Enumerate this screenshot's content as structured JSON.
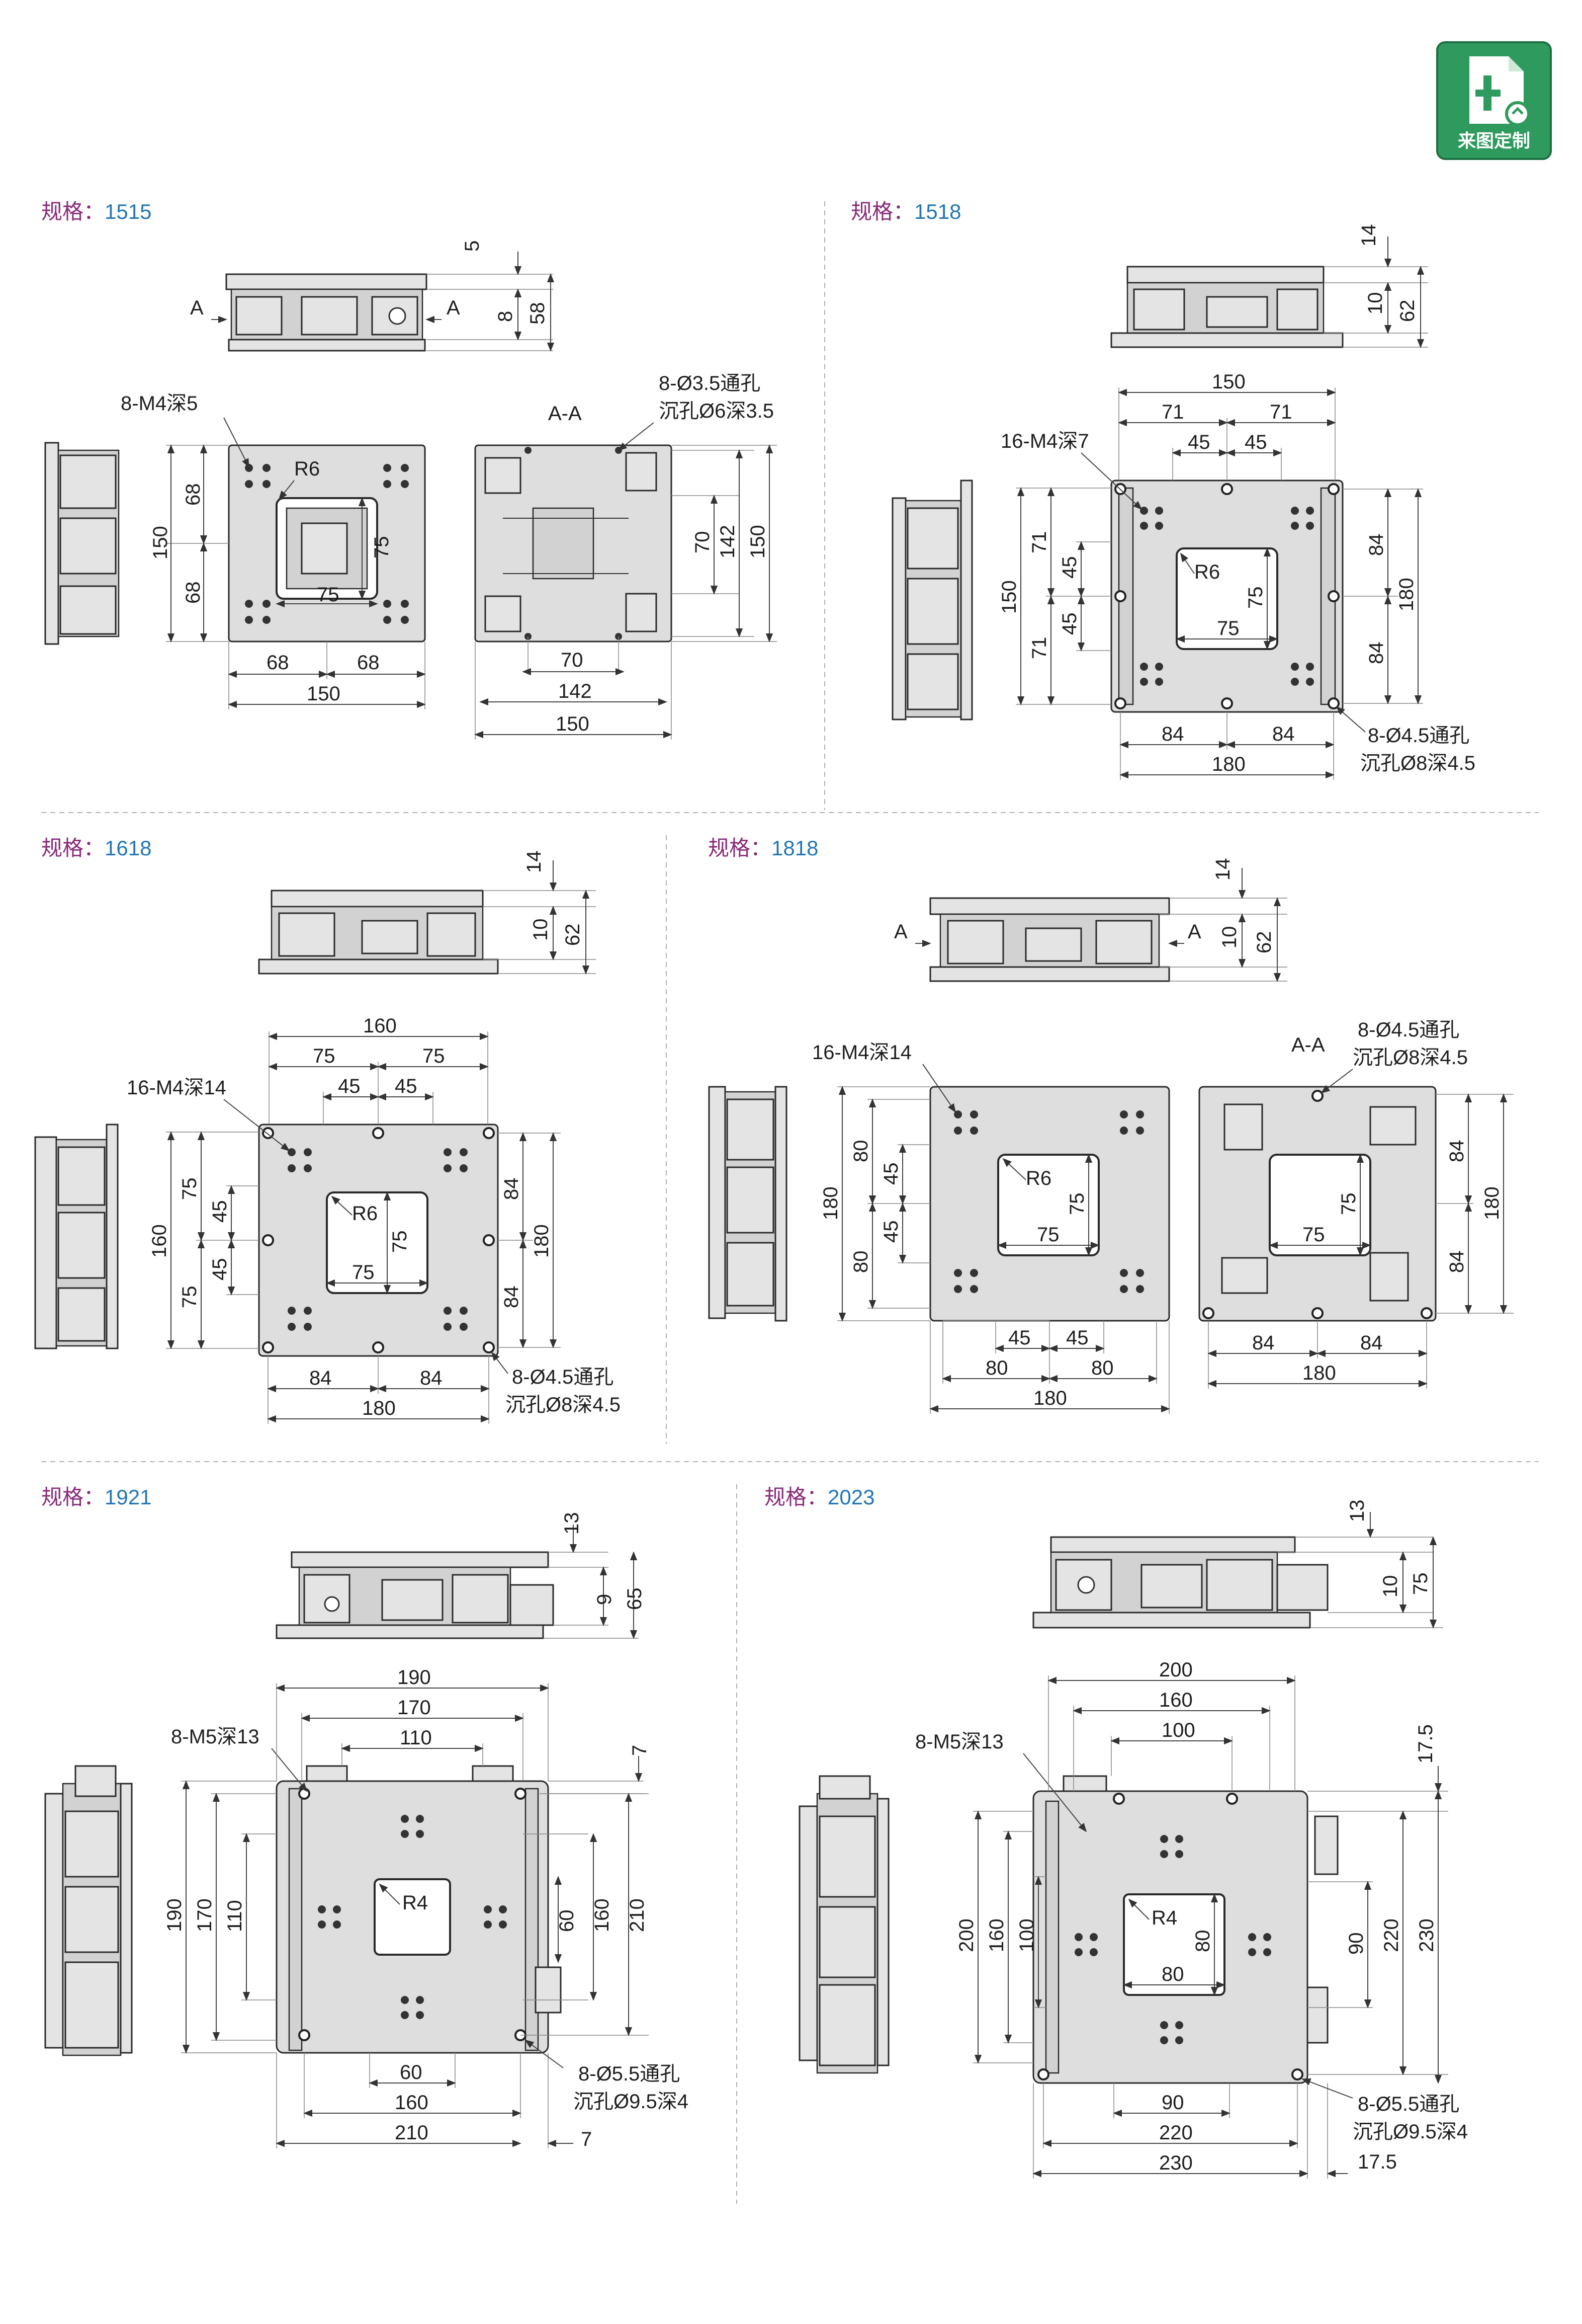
{
  "badge": {
    "label": "来图定制",
    "color": "#2e9a5e"
  },
  "colors": {
    "label_key": "#8a2a7a",
    "label_value": "#2276b5",
    "part_fill": "#e4e4e4"
  },
  "spec_prefix": "规格：",
  "sections": [
    {
      "spec": "1515",
      "section_marks": [
        "A",
        "A",
        "A-A"
      ],
      "notes": [
        "8-M4深5",
        "8-Ø3.5通孔",
        "沉孔Ø6深3.5",
        "R6"
      ],
      "dims": {
        "h_top": "5",
        "h_mid": "8",
        "h_total": "58",
        "plan_l1": "68",
        "plan_l2": "68",
        "plan_lt": "150",
        "win": "75",
        "win_v": "75",
        "plan_b1": "68",
        "plan_b2": "68",
        "plan_bt": "150",
        "aa_r1": "70",
        "aa_r2": "142",
        "aa_r3": "150",
        "aa_b1": "70",
        "aa_b2": "142",
        "aa_b3": "150"
      }
    },
    {
      "spec": "1518",
      "notes": [
        "16-M4深7",
        "8-Ø4.5通孔",
        "沉孔Ø8深4.5",
        "R6"
      ],
      "dims": {
        "h_top": "14",
        "h_mid": "10",
        "h_total": "62",
        "t1": "150",
        "t2a": "71",
        "t2b": "71",
        "t3a": "45",
        "t3b": "45",
        "l1": "150",
        "l2a": "71",
        "l2b": "71",
        "l3a": "45",
        "l3b": "45",
        "r1a": "84",
        "r1b": "84",
        "r2": "180",
        "win": "75",
        "win_v": "75",
        "b1a": "84",
        "b1b": "84",
        "b2": "180"
      }
    },
    {
      "spec": "1618",
      "notes": [
        "16-M4深14",
        "8-Ø4.5通孔",
        "沉孔Ø8深4.5",
        "R6"
      ],
      "dims": {
        "h_top": "14",
        "h_mid": "10",
        "h_total": "62",
        "t1": "160",
        "t2a": "75",
        "t2b": "75",
        "t3a": "45",
        "t3b": "45",
        "l1": "160",
        "l2a": "75",
        "l2b": "75",
        "l3a": "45",
        "l3b": "45",
        "r1a": "84",
        "r1b": "84",
        "r2": "180",
        "win": "75",
        "win_v": "75",
        "b1a": "84",
        "b1b": "84",
        "b2": "180"
      }
    },
    {
      "spec": "1818",
      "section_marks": [
        "A",
        "A",
        "A-A"
      ],
      "notes": [
        "16-M4深14",
        "8-Ø4.5通孔",
        "沉孔Ø8深4.5",
        "R6"
      ],
      "dims": {
        "h_top": "14",
        "h_mid": "10",
        "h_total": "62",
        "l1": "180",
        "l2a": "80",
        "l2b": "80",
        "l3a": "45",
        "l3b": "45",
        "win": "75",
        "win_v": "75",
        "b1a": "45",
        "b1b": "45",
        "b2a": "80",
        "b2b": "80",
        "b3": "180",
        "aa_r1a": "84",
        "aa_r1b": "84",
        "aa_r2": "180",
        "aa_win": "75",
        "aa_win_v": "75",
        "aa_b1a": "84",
        "aa_b1b": "84",
        "aa_b2": "180"
      }
    },
    {
      "spec": "1921",
      "notes": [
        "8-M5深13",
        "8-Ø5.5通孔",
        "沉孔Ø9.5深4",
        "R4"
      ],
      "dims": {
        "h_top": "13",
        "h_mid": "9",
        "h_total": "65",
        "t1": "190",
        "t2": "170",
        "t3": "110",
        "r_off": "7",
        "l1": "190",
        "l2": "170",
        "l3": "110",
        "r1": "60",
        "r2": "160",
        "r3": "210",
        "b1": "60",
        "b2": "160",
        "b3": "210",
        "b_off": "7"
      }
    },
    {
      "spec": "2023",
      "notes": [
        "8-M5深13",
        "8-Ø5.5通孔",
        "沉孔Ø9.5深4",
        "R4"
      ],
      "dims": {
        "h_top": "13",
        "h_mid": "10",
        "h_total": "75",
        "t1": "200",
        "t2": "160",
        "t3": "100",
        "r_off": "17.5",
        "l1": "200",
        "l2": "160",
        "l3": "100",
        "r1": "90",
        "r2": "220",
        "r3": "230",
        "win": "80",
        "win_v": "80",
        "b1": "90",
        "b2": "220",
        "b3": "230",
        "b_off": "17.5"
      }
    }
  ]
}
